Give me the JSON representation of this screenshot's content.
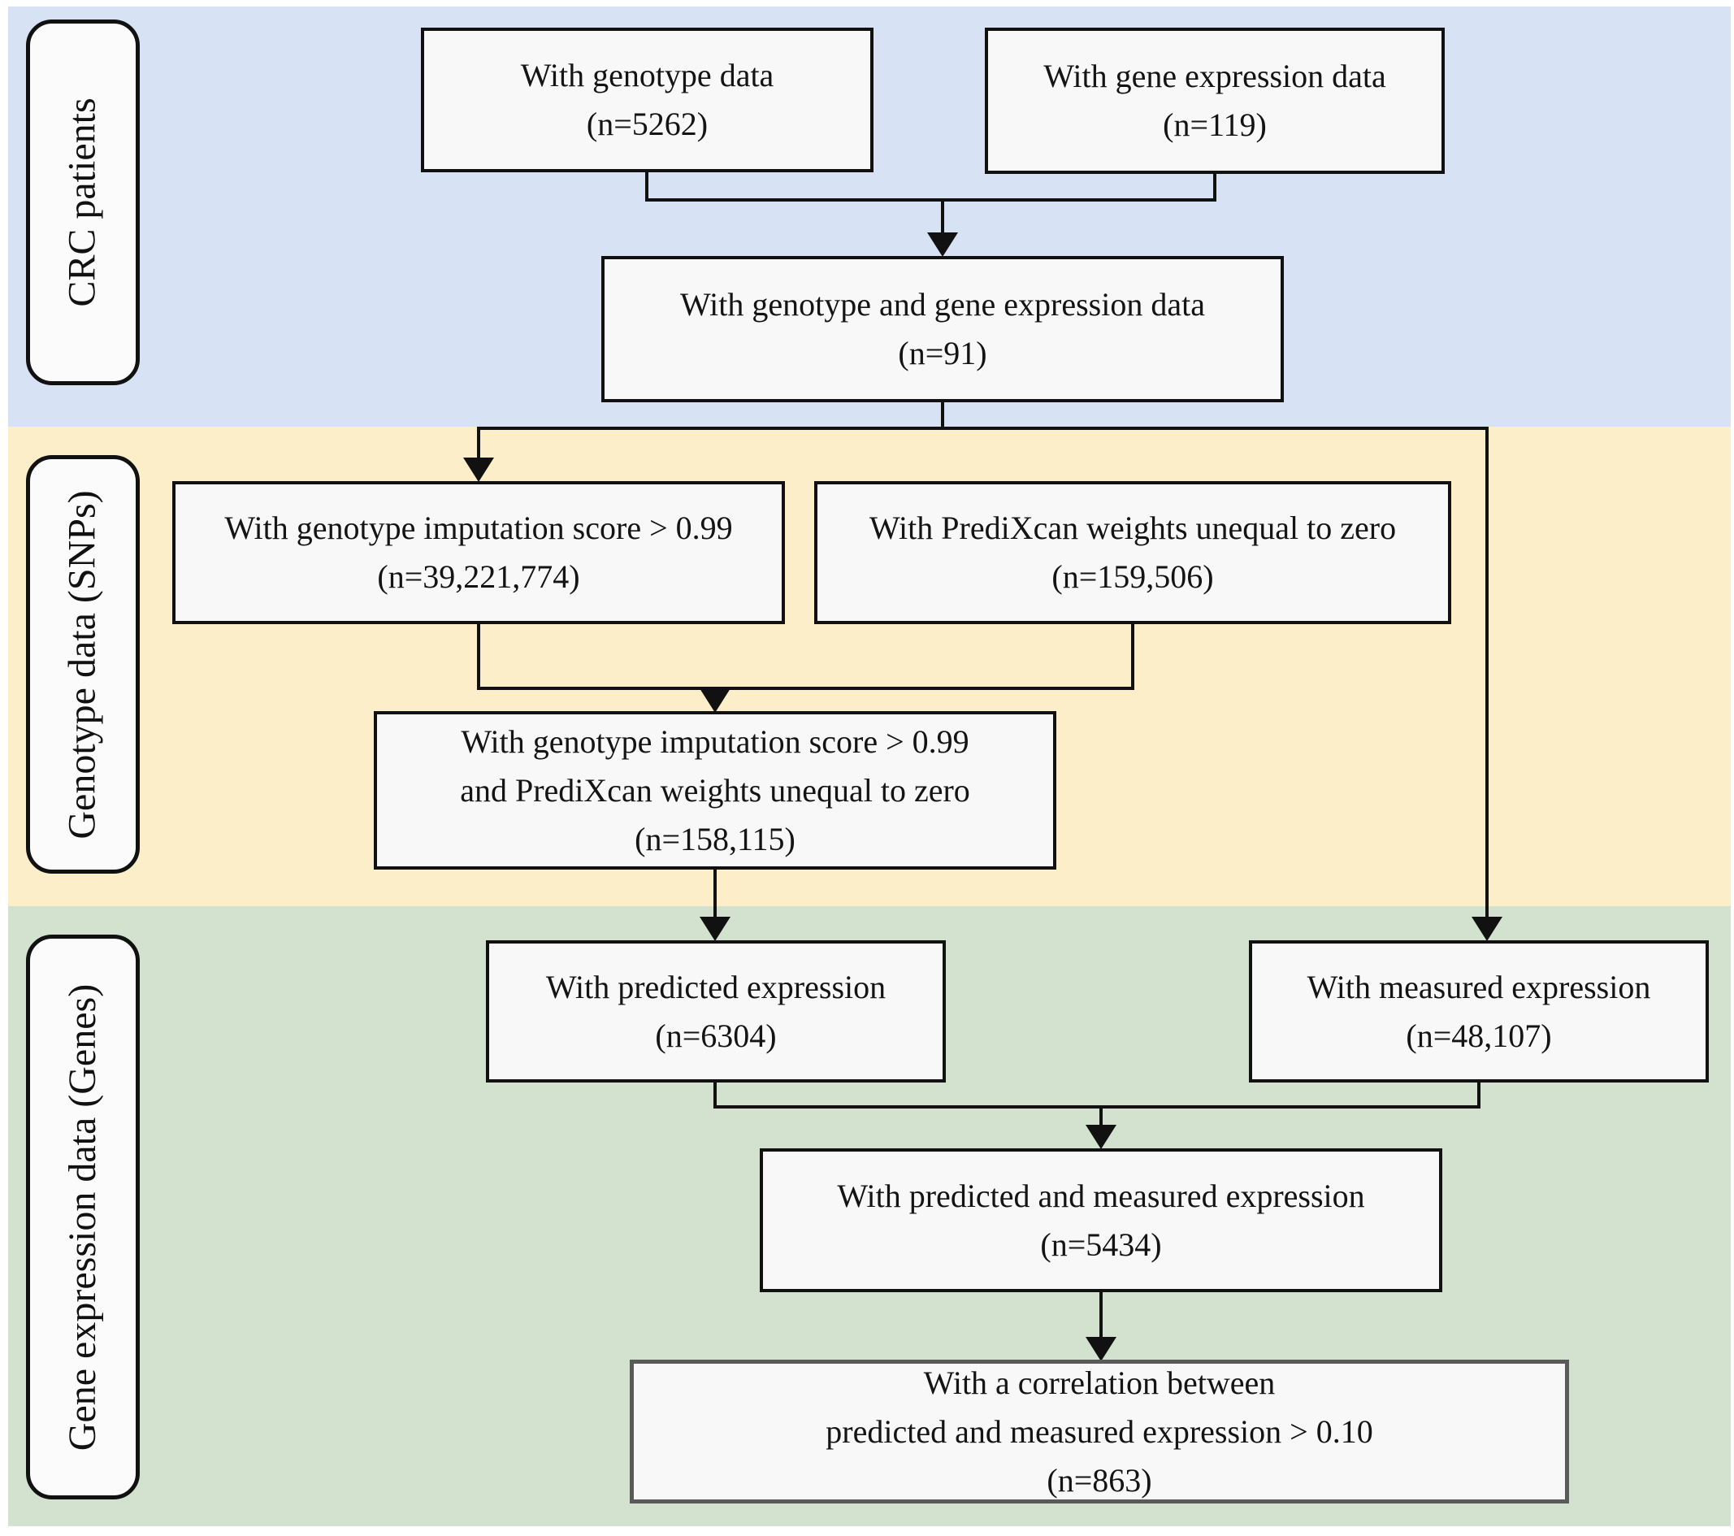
{
  "diagram_type": "flowchart",
  "bands": [
    {
      "label": "CRC patients",
      "color": "#d7e3f4"
    },
    {
      "label": "Genotype data (SNPs)",
      "color": "#fdeeca"
    },
    {
      "label": "Gene expression data (Genes)",
      "color": "#d2e2ce"
    }
  ],
  "boxes": {
    "genotype": {
      "line1": "With genotype data",
      "line2": "(n=5262)"
    },
    "expression": {
      "line1": "With gene expression data",
      "line2": "(n=119)"
    },
    "genotype_expression": {
      "line1": "With genotype and gene expression data",
      "line2": "(n=91)"
    },
    "imputation": {
      "line1": "With genotype imputation score > 0.99",
      "line2": "(n=39,221,774)"
    },
    "predixcan": {
      "line1": "With PrediXcan weights unequal to zero",
      "line2": "(n=159,506)"
    },
    "imputation_predixcan": {
      "line1": "With genotype imputation score > 0.99",
      "line2": "and PrediXcan weights unequal to zero",
      "line3": "(n=158,115)"
    },
    "predicted": {
      "line1": "With predicted expression",
      "line2": "(n=6304)"
    },
    "measured": {
      "line1": "With measured expression",
      "line2": "(n=48,107)"
    },
    "predicted_measured": {
      "line1": "With predicted and measured expression",
      "line2": "(n=5434)"
    },
    "correlation": {
      "line1": "With a correlation between",
      "line2": "predicted and measured expression > 0.10",
      "line3": "(n=863)"
    }
  },
  "colors": {
    "band_blue": "#d7e3f4",
    "band_yellow": "#fdeeca",
    "band_green": "#d2e2ce",
    "box_fill": "#f8f8f8",
    "box_border": "#111111",
    "final_box_border": "#5a5a5a",
    "line": "#111111"
  }
}
